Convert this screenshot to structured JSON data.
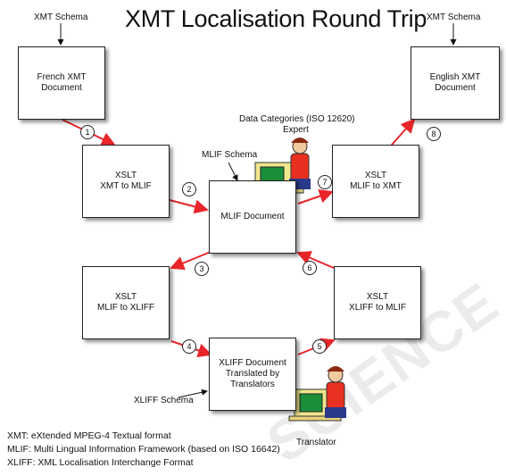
{
  "title": "XMT Localisation Round Trip",
  "boxes": {
    "french": "French XMT Document",
    "english": "English XMT Document",
    "xslt_xmt_mlif": "XSLT\nXMT to MLIF",
    "xslt_mlif_xmt": "XSLT\nMLIF to XMT",
    "mlif_doc": "MLIF Document",
    "xslt_mlif_xliff": "XSLT\nMLIF to XLIFF",
    "xslt_xliff_mlif": "XSLT\nXLIFF to MLIF",
    "xliff_doc": "XLIFF Document\nTranslated by\nTranslators"
  },
  "labels": {
    "xmt_schema_left": "XMT Schema",
    "xmt_schema_right": "XMT Schema",
    "mlif_schema": "MLIF Schema",
    "xliff_schema": "XLIFF Schema",
    "data_categories": "Data Categories (ISO 12620)",
    "expert": "Expert",
    "translator": "Translator"
  },
  "steps": [
    "1",
    "2",
    "3",
    "4",
    "5",
    "6",
    "7",
    "8"
  ],
  "legend": [
    "XMT: eXtended MPEG-4 Textual format",
    "MLIF: Multi Lingual Information Framework (based on ISO 16642)",
    "XLIFF: XML Localisation Interchange Format"
  ],
  "icons": [
    "expert-computer-icon",
    "translator-computer-icon"
  ],
  "colors": {
    "arrow": "#e8262a",
    "connector": "#111111"
  }
}
